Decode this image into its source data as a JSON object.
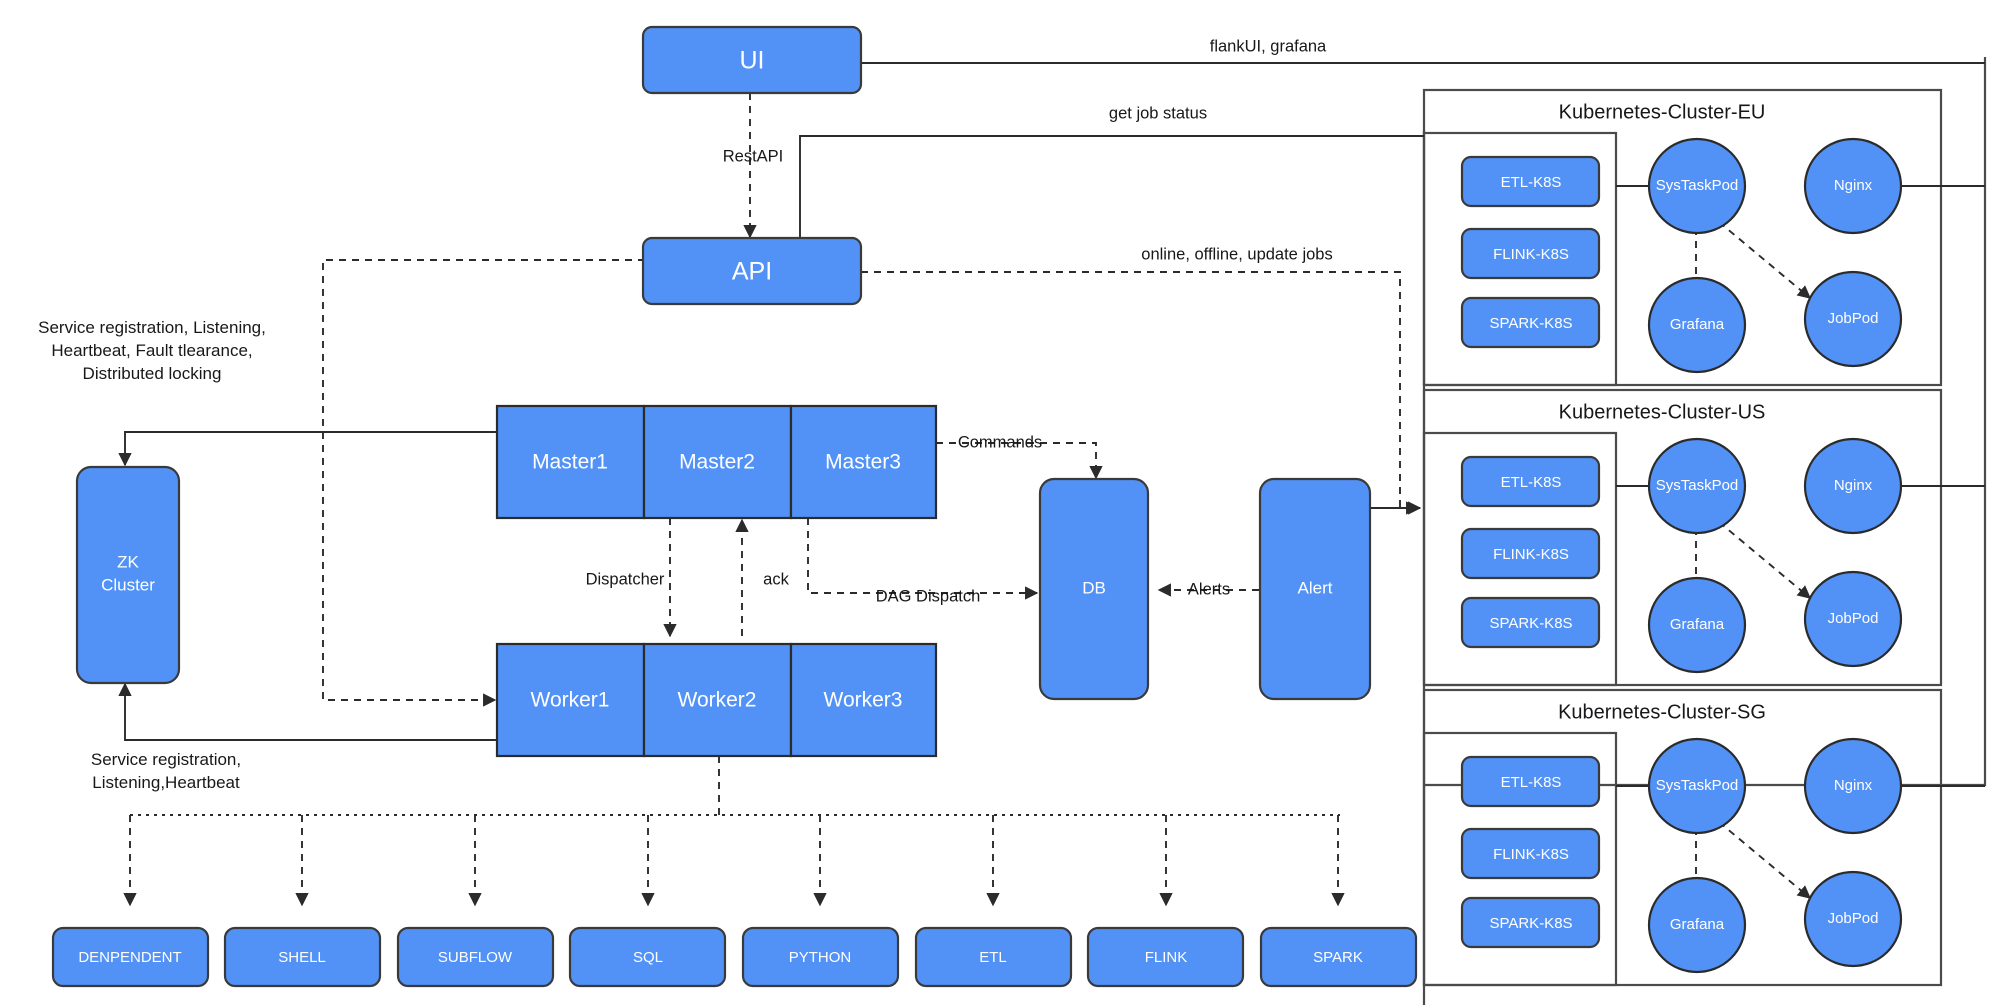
{
  "diagram": {
    "title": "Apache DolphinScheduler multi-cluster architecture",
    "colors": {
      "node_fill": "#5292f7",
      "node_stroke": "#2b2b2b",
      "frame_stroke": "#4b4b4b",
      "text_on_node": "#ffffff",
      "text_on_canvas": "#17181a",
      "background": "#ffffff"
    },
    "nodes": {
      "ui": "UI",
      "api": "API",
      "zk_cluster_line1": "ZK",
      "zk_cluster_line2": "Cluster",
      "db": "DB",
      "alert": "Alert",
      "masters": [
        "Master1",
        "Master2",
        "Master3"
      ],
      "workers": [
        "Worker1",
        "Worker2",
        "Worker3"
      ]
    },
    "task_types": [
      "DENPENDENT",
      "SHELL",
      "SUBFLOW",
      "SQL",
      "PYTHON",
      "ETL",
      "FLINK",
      "SPARK"
    ],
    "edge_labels": {
      "flank_ui_grafana": "flankUI, grafana",
      "get_job_status": "get job status",
      "rest_api": "RestAPI",
      "online_offline_update": "online, offline, update jobs",
      "commands": "Commands",
      "dispatcher": "Dispatcher",
      "ack": "ack",
      "dag_dispatch": "DAG Dispatch",
      "alerts": "Alerts"
    },
    "notes": {
      "zk_note": [
        "Service registration, Listening,",
        "Heartbeat, Fault tlearance,",
        "Distributed locking"
      ],
      "worker_note": [
        "Service registration,",
        "Listening,Heartbeat"
      ]
    },
    "clusters": [
      {
        "title": "Kubernetes-Cluster-EU",
        "images": [
          "ETL-K8S",
          "FLINK-K8S",
          "SPARK-K8S"
        ],
        "pods": [
          "SysTaskPod",
          "Nginx",
          "Grafana",
          "JobPod"
        ]
      },
      {
        "title": "Kubernetes-Cluster-US",
        "images": [
          "ETL-K8S",
          "FLINK-K8S",
          "SPARK-K8S"
        ],
        "pods": [
          "SysTaskPod",
          "Nginx",
          "Grafana",
          "JobPod"
        ]
      },
      {
        "title": "Kubernetes-Cluster-SG",
        "images": [
          "ETL-K8S",
          "FLINK-K8S",
          "SPARK-K8S"
        ],
        "pods": [
          "SysTaskPod",
          "Nginx",
          "Grafana",
          "JobPod"
        ]
      }
    ]
  }
}
